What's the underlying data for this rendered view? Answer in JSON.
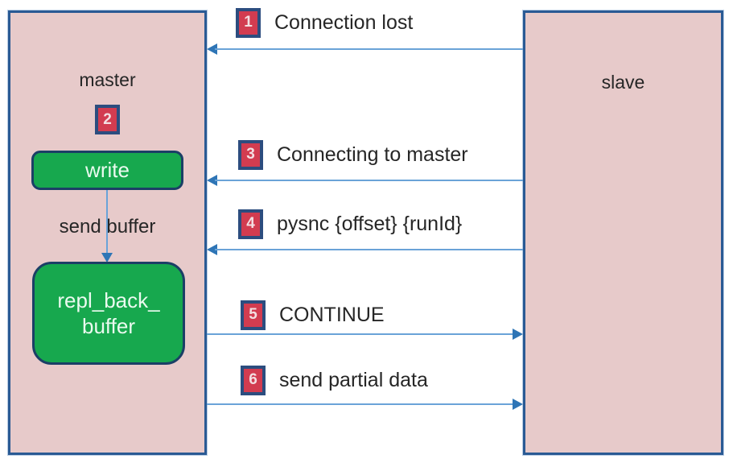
{
  "diagram": {
    "master": {
      "title": "master",
      "step_badge": "2",
      "write_label": "write",
      "send_buffer_label": "send buffer",
      "repl_buffer_line1": "repl_back_",
      "repl_buffer_line2": "buffer"
    },
    "slave": {
      "title": "slave"
    },
    "messages": [
      {
        "num": "1",
        "label": "Connection lost",
        "direction": "slave-to-master"
      },
      {
        "num": "3",
        "label": "Connecting to master",
        "direction": "slave-to-master"
      },
      {
        "num": "4",
        "label": "pysnc {offset} {runId}",
        "direction": "slave-to-master"
      },
      {
        "num": "5",
        "label": "CONTINUE",
        "direction": "master-to-slave"
      },
      {
        "num": "6",
        "label": "send partial data",
        "direction": "master-to-slave"
      }
    ],
    "colors": {
      "node_fill": "#e7caca",
      "node_border": "#2a5a94",
      "green_fill": "#17a84e",
      "green_border": "#1b3f66",
      "badge_fill": "#d23c50",
      "badge_border": "#2c4d7f",
      "arrow_line": "#6aa3d8",
      "arrow_head": "#2e75b6",
      "text": "#262626"
    }
  }
}
